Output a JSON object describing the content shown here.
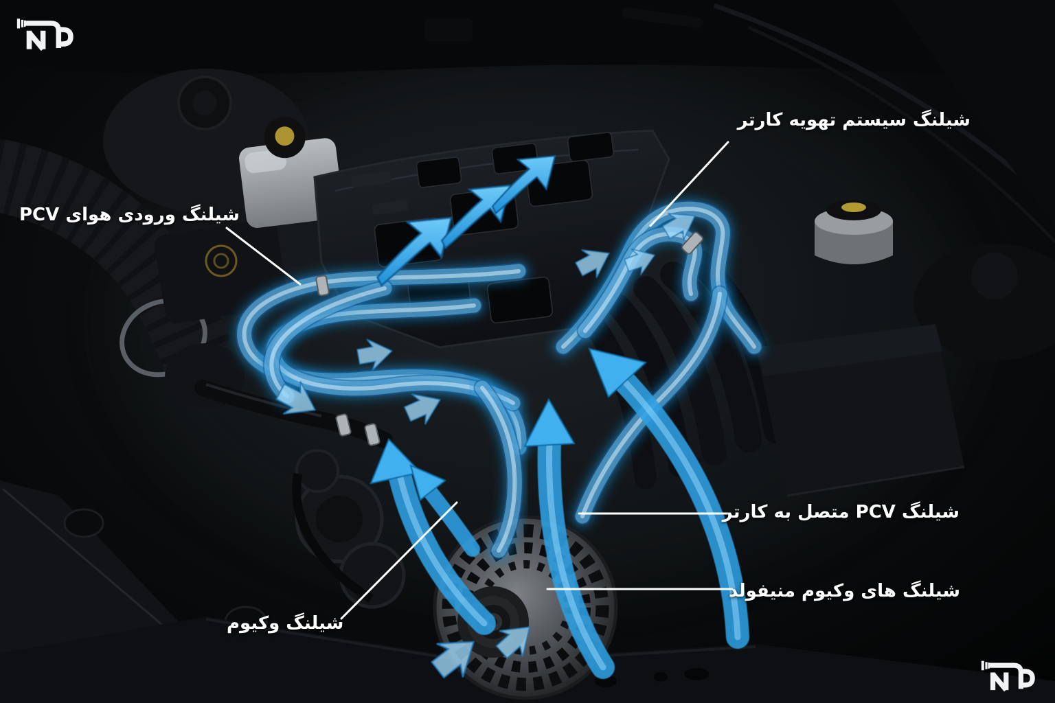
{
  "brand": {
    "logo_text": "NP"
  },
  "labels": {
    "crankcase_vent": {
      "text": "شیلنگ سیستم تهویه کارتر"
    },
    "pcv_air_inlet": {
      "text": "شیلنگ ورودی هوای PCV"
    },
    "pcv_to_crankcase": {
      "text": "شیلنگ PCV متصل به کارتر"
    },
    "manifold_vacuum": {
      "text": "شیلنگ های وکیوم منیفولد"
    },
    "vacuum": {
      "text": "شیلنگ وکیوم"
    }
  },
  "colors": {
    "background": "#050607",
    "hose_blue": "#4fb8f2",
    "arrow_blue": "#2f9fe2",
    "label_white": "#ffffff",
    "cap_yellow": "#b09b33"
  }
}
